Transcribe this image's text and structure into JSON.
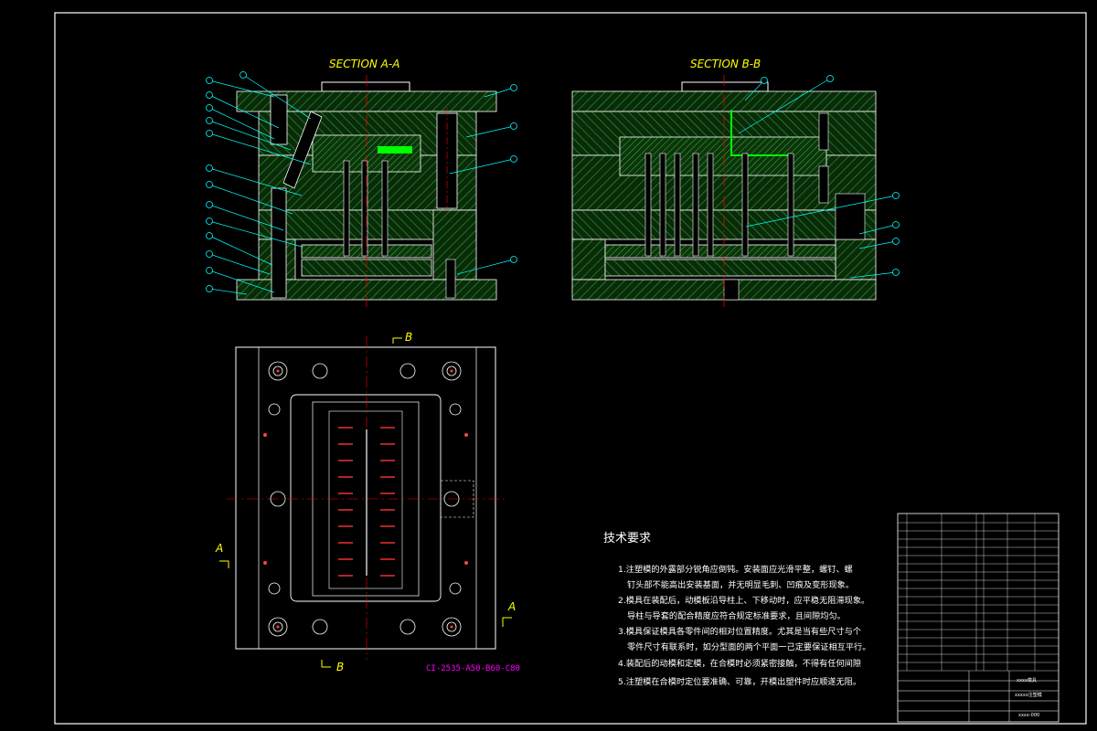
{
  "sections": {
    "a_title": "SECTION A-A",
    "b_title": "SECTION B-B"
  },
  "plan_view": {
    "marker_b": "B",
    "marker_a": "A",
    "part_code": "CI-2535-A50-B60-C80"
  },
  "tech_requirements": {
    "heading": "技术要求",
    "lines": [
      "1.注塑模的外露部分锐角应倒钝。安装面应光滑平整，螺钉、螺",
      "钉头部不能高出安装基面，并无明显毛刺、凹痕及变形现象。",
      "2.模具在装配后，动模板沿导柱上、下移动时，应平稳无阻滞现象。",
      "导柱与导套的配合精度应符合规定标准要求，且间隙均匀。",
      "3.模具保证模具各零件间的相对位置精度。尤其是当有些尺寸与个",
      "零件尺寸有联系时，如分型面的两个平面一己定要保证相互平行。",
      "4.装配后的动模和定模，在合模时必须紧密接触，不得有任何间隙",
      "5.注塑模在合模时定位要准确、可靠，开模出塑件时应顺遂无阻。"
    ]
  },
  "title_block": {
    "drawing_name": "xxxx模具",
    "product": "xxxxx注塑模",
    "drawing_no": "xxxx-000"
  },
  "colors": {
    "background": "#000000",
    "hatch": "#00ff00",
    "centerline": "#ff0000",
    "leader": "#00ffff",
    "section_label": "#ffff00",
    "part_code": "#ff00ff",
    "outline": "#ffffff"
  }
}
